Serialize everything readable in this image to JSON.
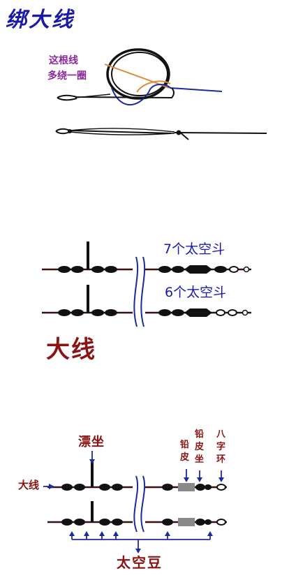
{
  "section1": {
    "title": "绑大线",
    "note_line1": "这根线",
    "note_line2": "多绕一圈"
  },
  "section2": {
    "label_top": "7个太空斗",
    "label_bottom": "6个太空斗",
    "caption": "大线"
  },
  "section3": {
    "float_seat": "漂坐",
    "lead_skin": "铅皮",
    "lead_skin_seat": "铅皮坐",
    "swivel": "八字环",
    "main_line": "大线",
    "space_beans": "太空豆"
  },
  "colors": {
    "title_blue": "#1a1aa8",
    "note_purple": "#8a2a9a",
    "caption_red": "#8a1414",
    "label_blue": "#1a1ab0",
    "line_black": "#111111",
    "line_blue": "#1c2a9c",
    "line_orange": "#e08a3a",
    "main_line_dark": "#3a0f0f",
    "lead_gray": "#8a8a8a"
  }
}
